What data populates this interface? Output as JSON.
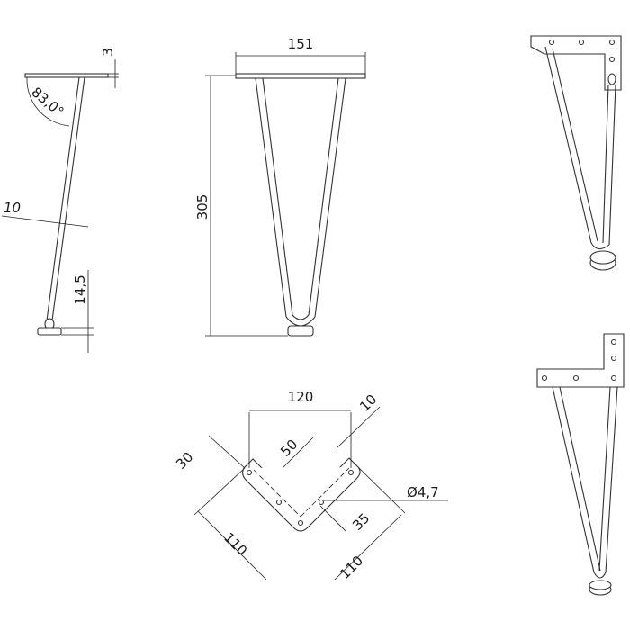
{
  "dimensions": {
    "plate_thickness": "3",
    "leg_angle": "83,0°",
    "rod_diameter": "10",
    "foot_height": "14,5",
    "plate_width": "151",
    "leg_height": "305",
    "plate_span": "120",
    "plate_offset": "10",
    "plate_arm_width": "30",
    "hole_spacing": "50",
    "hole_diameter": "Ø4,7",
    "hole_offset": "35",
    "plate_leg_a": "110",
    "plate_leg_b": "110"
  }
}
